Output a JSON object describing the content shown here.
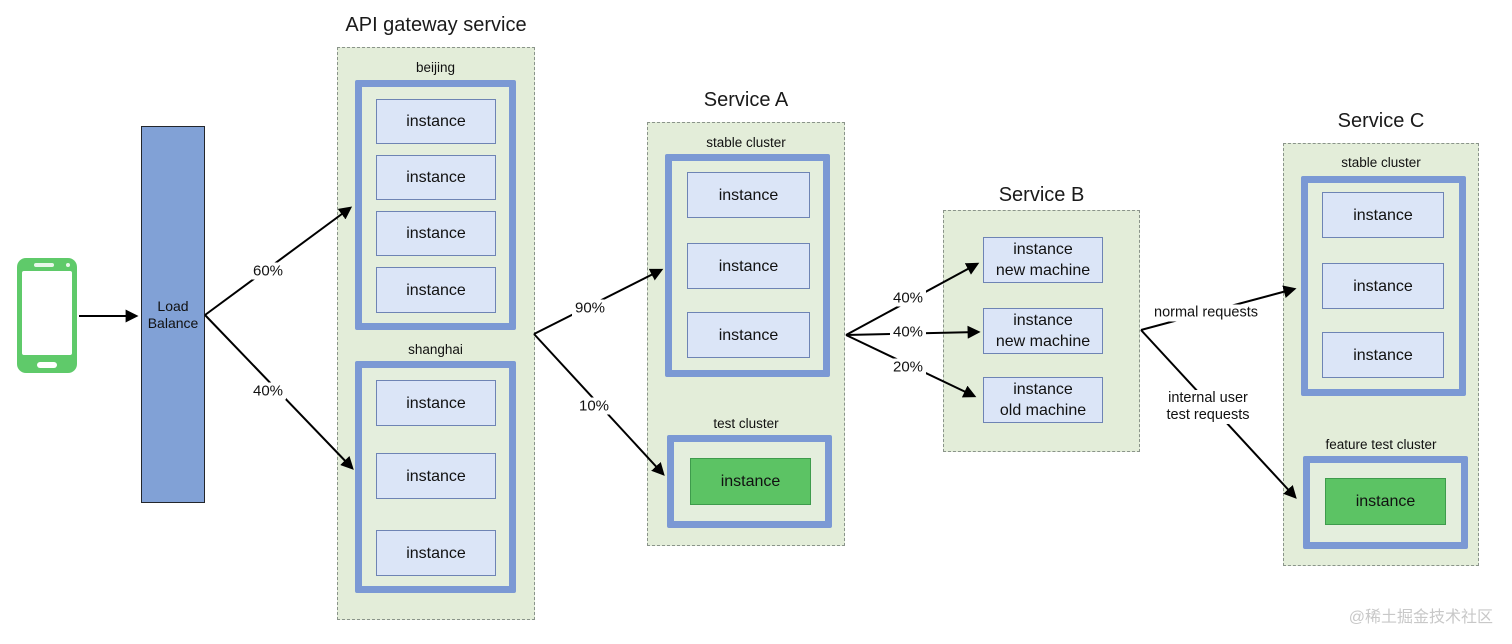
{
  "diagram": {
    "phone": {
      "icon": "smartphone-icon"
    },
    "load_balancer": {
      "label": "Load Balance"
    },
    "gateway": {
      "title": "API gateway service",
      "clusters": [
        {
          "name": "beijing",
          "instances": [
            "instance",
            "instance",
            "instance",
            "instance"
          ]
        },
        {
          "name": "shanghai",
          "instances": [
            "instance",
            "instance",
            "instance"
          ]
        }
      ]
    },
    "service_a": {
      "title": "Service A",
      "stable": {
        "name": "stable cluster",
        "instances": [
          "instance",
          "instance",
          "instance"
        ]
      },
      "test": {
        "name": "test cluster",
        "instances": [
          "instance"
        ]
      }
    },
    "service_b": {
      "title": "Service B",
      "instances": [
        "instance\nnew machine",
        "instance\nnew machine",
        "instance\nold machine"
      ]
    },
    "service_c": {
      "title": "Service C",
      "stable": {
        "name": "stable cluster",
        "instances": [
          "instance",
          "instance",
          "instance"
        ]
      },
      "test": {
        "name": "feature test cluster",
        "instances": [
          "instance"
        ]
      }
    },
    "edge_labels": {
      "lb_beijing": "60%",
      "lb_shanghai": "40%",
      "gw_stable": "90%",
      "gw_test": "10%",
      "a_b_top": "40%",
      "a_b_mid": "40%",
      "a_b_bottom": "20%",
      "b_c_normal": "normal requests",
      "b_c_test": "internal user test requests"
    },
    "watermark": "@稀土掘金技术社区",
    "colors": {
      "container_fill": "#e3edd9",
      "container_border": "#8a948a",
      "cluster_border": "#7b99d4",
      "instance_fill": "#dbe5f7",
      "instance_border": "#6e84b4",
      "green_instance_fill": "#5cc364",
      "green_instance_border": "#3e9b4c",
      "load_balancer_fill": "#81a1d6",
      "phone_green": "#5fca6a",
      "arrow": "#000000",
      "watermark_color": "#c8c8c8"
    }
  }
}
